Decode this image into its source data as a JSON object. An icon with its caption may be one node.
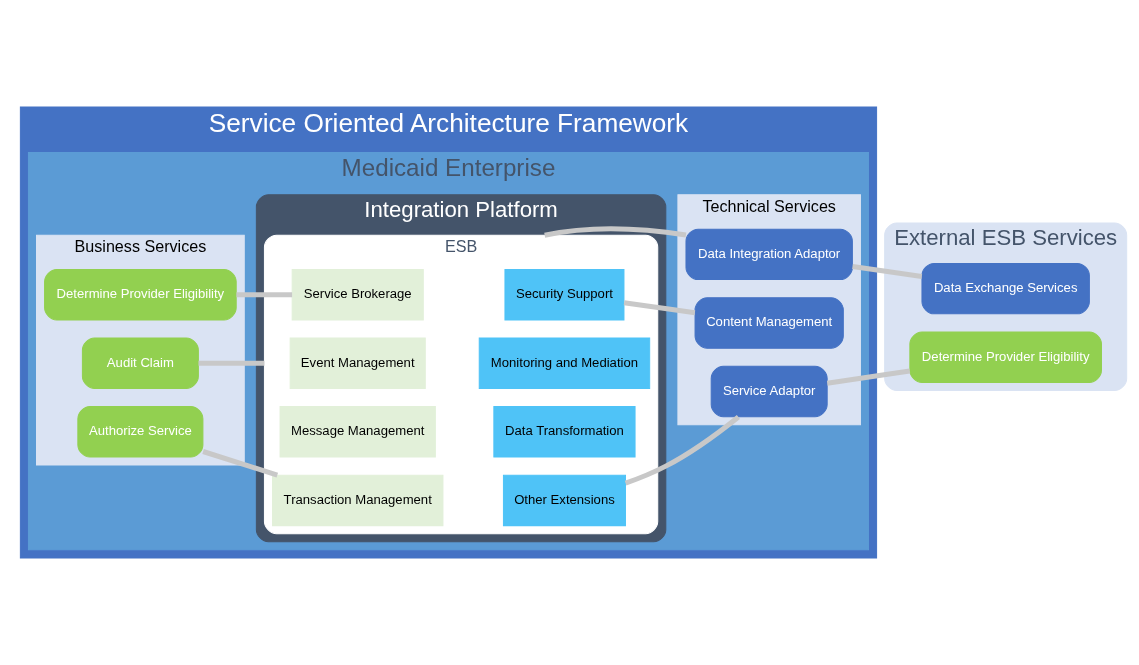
{
  "diagram": {
    "nodes": [
      {
        "text": [
          "Service Oriented Architecture Framework"
        ]
      },
      {
        "text": [
          "Medicaid Enterprise"
        ],
        "in": 0
      },
      {
        "text": [
          "Business Services"
        ],
        "in": 1
      },
      {
        "text": [
          "Determine Provider Eligibility"
        ],
        "in": 2
      },
      {
        "text": [
          "Audit Claim"
        ],
        "in": 2
      },
      {
        "text": [
          "Authorize Service"
        ],
        "in": 2
      },
      {
        "text": [
          "Integration Platform"
        ],
        "in": 1
      },
      {
        "text": [
          "ESB"
        ],
        "in": 6
      },
      {
        "text": [
          "Service Brokerage"
        ],
        "in": 7
      },
      {
        "text": [
          "Security Support"
        ],
        "in": 7
      },
      {
        "text": [
          "Message Management"
        ],
        "in": 7
      },
      {
        "text": [
          "Data Transformation"
        ],
        "in": 7
      },
      {
        "text": [
          "Event Management"
        ],
        "in": 7
      },
      {
        "text": [
          "Monitoring and Mediation"
        ],
        "in": 7
      },
      {
        "text": [
          "Transaction Management"
        ],
        "in": 7
      },
      {
        "text": [
          "Other Extensions"
        ],
        "in": 7
      },
      {
        "text": [
          "Technical Services"
        ],
        "in": 1
      },
      {
        "text": [
          "Content Management"
        ],
        "in": 16
      },
      {
        "text": [
          "Data Integration Adaptor"
        ],
        "in": 16
      },
      {
        "text": [
          "Service Adaptor"
        ],
        "in": 16
      },
      {
        "text": [
          "External ESB Services"
        ]
      },
      {
        "text": [
          "Data Exchange Services"
        ],
        "in": 20
      },
      {
        "text": [
          "Determine Provider Eligibility"
        ],
        "in": 20
      }
    ],
    "edges": [
      {
        "from": 3,
        "to": 8,
        "arrow": "none"
      },
      {
        "from": 4,
        "to": 7,
        "arrow": "none"
      },
      {
        "from": 5,
        "to": 14,
        "arrow": "none"
      },
      {
        "from": 9,
        "to": 17,
        "arrow": "none"
      },
      {
        "from": 7,
        "to": 18,
        "arrow": "none"
      },
      {
        "from": 15,
        "to": 19,
        "arrow": "none"
      },
      {
        "from": 18,
        "to": 21,
        "arrow": "none"
      },
      {
        "from": 19,
        "to": 22,
        "arrow": "none"
      }
    ]
  }
}
